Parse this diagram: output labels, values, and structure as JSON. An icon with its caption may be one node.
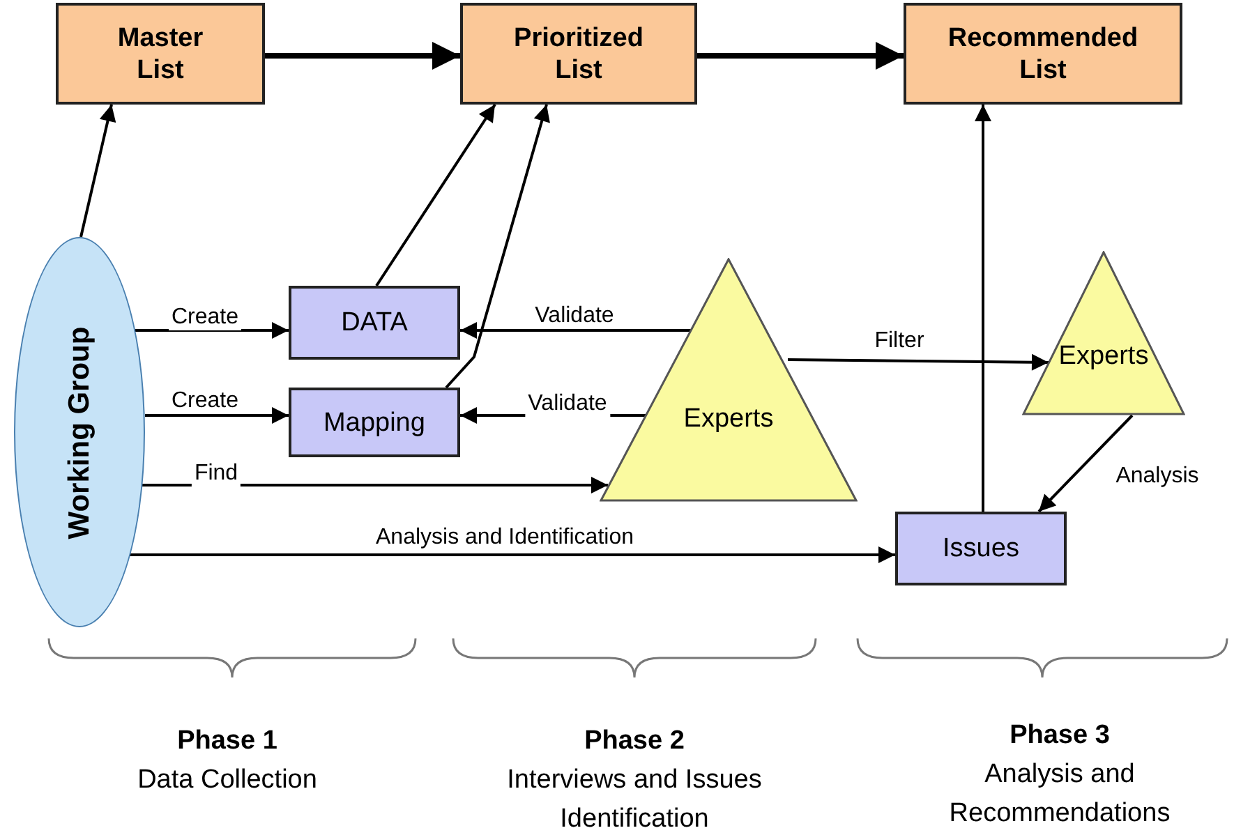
{
  "diagram": {
    "nodes": [
      {
        "text": [
          "Master List"
        ]
      },
      {
        "text": [
          "Prioritized List"
        ]
      },
      {
        "text": [
          "Recommended List"
        ]
      },
      {
        "text": [
          "Working Group"
        ]
      },
      {
        "text": [
          "DATA"
        ]
      },
      {
        "text": [
          "Mapping"
        ]
      },
      {
        "text": [
          "Experts"
        ]
      },
      {
        "text": [
          "Experts"
        ]
      },
      {
        "text": [
          "Issues"
        ]
      }
    ],
    "edges": [
      {
        "from": 0,
        "to": 1,
        "arrow": "to",
        "style": "thick"
      },
      {
        "from": 1,
        "to": 2,
        "arrow": "to",
        "style": "thick"
      },
      {
        "from": 3,
        "to": 0,
        "arrow": "to"
      },
      {
        "from": 3,
        "to": 4,
        "arrow": "to",
        "label": "Create"
      },
      {
        "from": 3,
        "to": 5,
        "arrow": "to",
        "label": "Create"
      },
      {
        "from": 3,
        "to": 6,
        "arrow": "to",
        "label": "Find"
      },
      {
        "from": 3,
        "to": 8,
        "arrow": "to",
        "label": "Analysis and Identification"
      },
      {
        "from": 4,
        "to": 1,
        "arrow": "to"
      },
      {
        "from": 5,
        "to": 1,
        "arrow": "to"
      },
      {
        "from": 6,
        "to": 4,
        "arrow": "to",
        "label": "Validate"
      },
      {
        "from": 6,
        "to": 5,
        "arrow": "to",
        "label": "Validate"
      },
      {
        "from": 6,
        "to": 7,
        "arrow": "to",
        "label": "Filter"
      },
      {
        "from": 7,
        "to": 8,
        "arrow": "to",
        "label": "Analysis"
      },
      {
        "from": 8,
        "to": 2,
        "arrow": "to"
      }
    ],
    "labels": [
      "Phase 1",
      "Data Collection",
      "Phase 2",
      "Interviews and Issues Identification",
      "Phase 3",
      "Analysis and Recommendations"
    ]
  }
}
